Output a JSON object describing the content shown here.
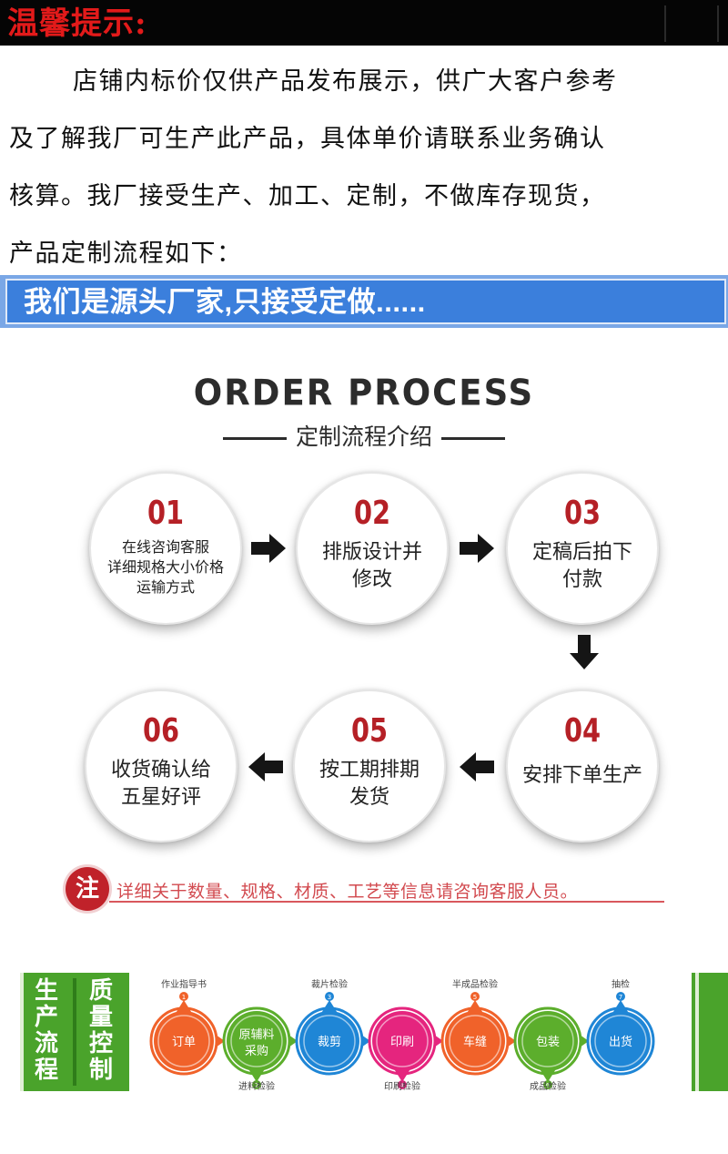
{
  "header": {
    "title": "温馨提示:"
  },
  "notice": {
    "lines": [
      "店铺内标价仅供产品发布展示，供广大客户参考",
      "及了解我厂可生产此产品，具体单价请联系业务确认",
      "核算。我厂接受生产、加工、定制，不做库存现货，",
      "产品定制流程如下："
    ]
  },
  "banner": {
    "text": "我们是源头厂家,只接受定做......"
  },
  "order_process": {
    "title": "ORDER PROCESS",
    "subtitle": "定制流程介绍",
    "steps": [
      {
        "num": "01",
        "lines": [
          "在线咨询客服",
          "详细规格大小价格",
          "运输方式"
        ]
      },
      {
        "num": "02",
        "lines": [
          "排版设计并",
          "修改"
        ]
      },
      {
        "num": "03",
        "lines": [
          "定稿后拍下",
          "付款"
        ]
      },
      {
        "num": "04",
        "lines": [
          "安排下单生产"
        ]
      },
      {
        "num": "05",
        "lines": [
          "按工期排期",
          "发货"
        ]
      },
      {
        "num": "06",
        "lines": [
          "收货确认给",
          "五星好评"
        ]
      }
    ]
  },
  "note": {
    "badge": "注",
    "text": "详细关于数量、规格、材质、工艺等信息请咨询客服人员。"
  },
  "production": {
    "side_left": [
      "生",
      "产",
      "流",
      "程"
    ],
    "side_right": [
      "质",
      "量",
      "控",
      "制"
    ],
    "stages": [
      {
        "label": "订单",
        "color": "#f0622a"
      },
      {
        "label": "原辅料采购",
        "color": "#5cae2c"
      },
      {
        "label": "裁剪",
        "color": "#1f86d6"
      },
      {
        "label": "印刷",
        "color": "#e5257e"
      },
      {
        "label": "车缝",
        "color": "#f0622a"
      },
      {
        "label": "包装",
        "color": "#5cae2c"
      },
      {
        "label": "出货",
        "color": "#1f86d6"
      }
    ],
    "checkpoints": [
      {
        "n": "1",
        "label": "作业指导书"
      },
      {
        "n": "2",
        "label": "进料检验"
      },
      {
        "n": "3",
        "label": "裁片检验"
      },
      {
        "n": "4",
        "label": "印刷检验"
      },
      {
        "n": "5",
        "label": "半成品检验"
      },
      {
        "n": "6",
        "label": "成品检验"
      },
      {
        "n": "7",
        "label": "抽检"
      }
    ]
  }
}
